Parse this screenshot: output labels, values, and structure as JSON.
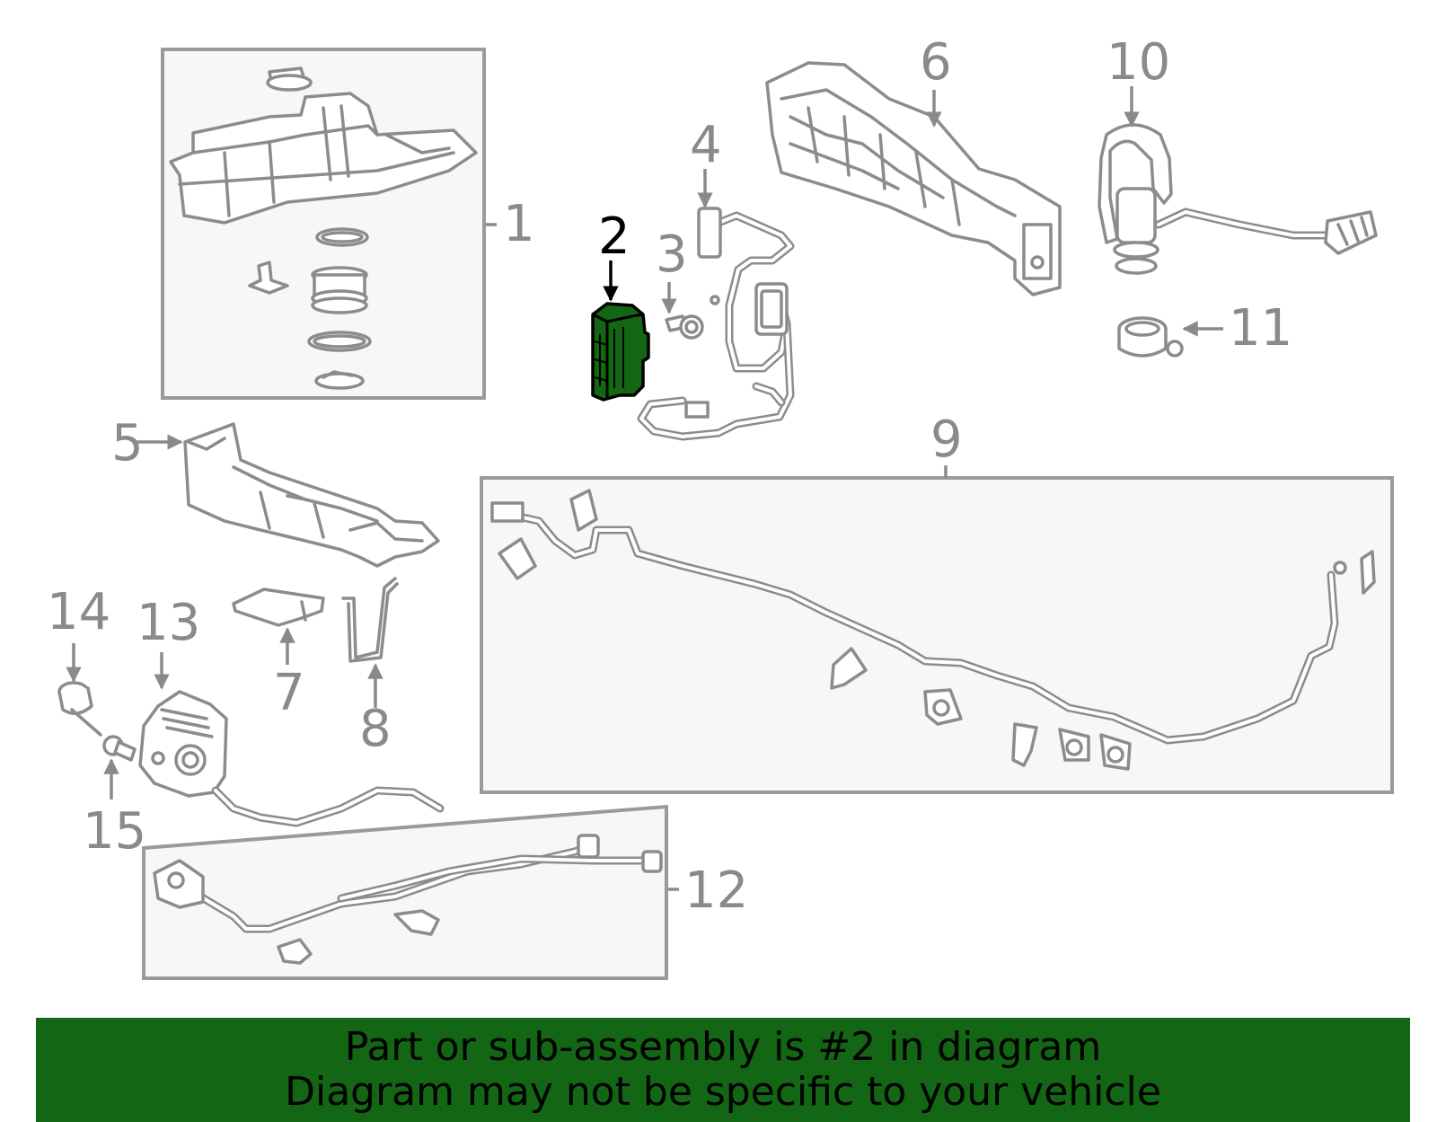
{
  "diagram": {
    "highlight_color": "#136613",
    "highlighted_part": "2",
    "callouts": {
      "c1": "1",
      "c2": "2",
      "c3": "3",
      "c4": "4",
      "c5": "5",
      "c6": "6",
      "c7": "7",
      "c8": "8",
      "c9": "9",
      "c10": "10",
      "c11": "11",
      "c12": "12",
      "c13": "13",
      "c14": "14",
      "c15": "15"
    }
  },
  "banner": {
    "line1": "Part or sub-assembly is #2 in diagram",
    "line2": "Diagram may not be specific to your vehicle",
    "background": "#136613"
  }
}
